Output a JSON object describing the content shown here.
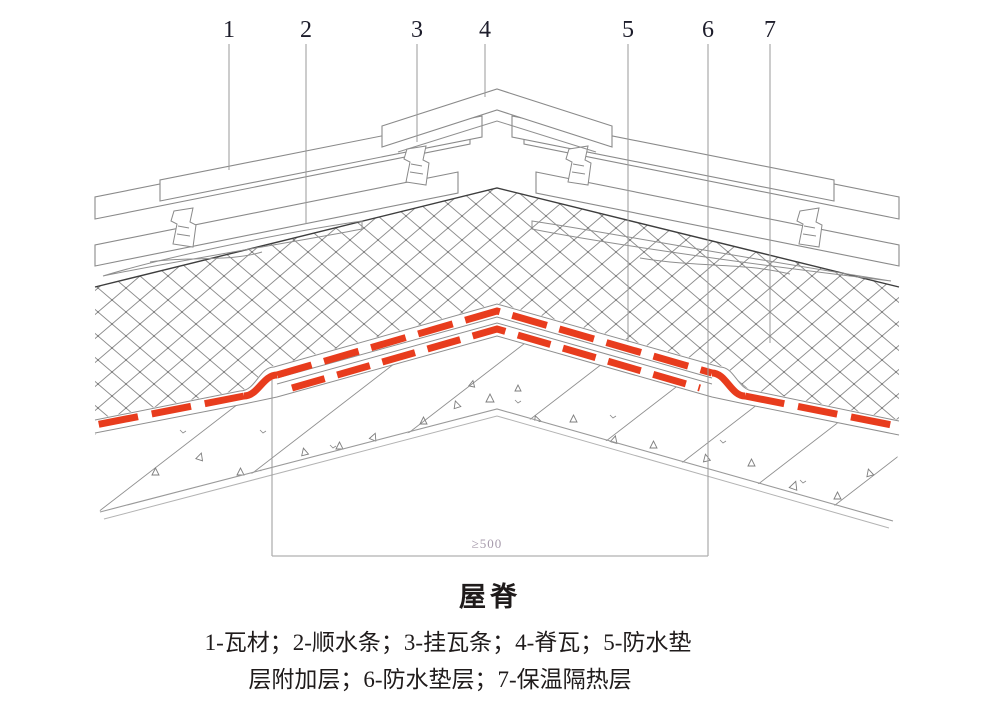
{
  "title": "屋脊",
  "dimension": {
    "label": "≥500"
  },
  "callouts": [
    {
      "label": "1"
    },
    {
      "label": "2"
    },
    {
      "label": "3"
    },
    {
      "label": "4"
    },
    {
      "label": "5"
    },
    {
      "label": "6"
    },
    {
      "label": "7"
    }
  ],
  "legend": {
    "line1": "1-瓦材；2-顺水条；3-挂瓦条；4-脊瓦；5-防水垫",
    "line2": "层附加层；6-防水垫层；7-保温隔热层"
  },
  "legend_items": [
    {
      "num": "1",
      "name": "瓦材"
    },
    {
      "num": "2",
      "name": "顺水条"
    },
    {
      "num": "3",
      "name": "挂瓦条"
    },
    {
      "num": "4",
      "name": "脊瓦"
    },
    {
      "num": "5",
      "name": "防水垫层附加层"
    },
    {
      "num": "6",
      "name": "防水垫层"
    },
    {
      "num": "7",
      "name": "保温隔热层"
    }
  ],
  "colors": {
    "membrane_red": "#e83c1d",
    "line_gray": "#8a8a8a",
    "dark_line": "#3d3d3d"
  }
}
